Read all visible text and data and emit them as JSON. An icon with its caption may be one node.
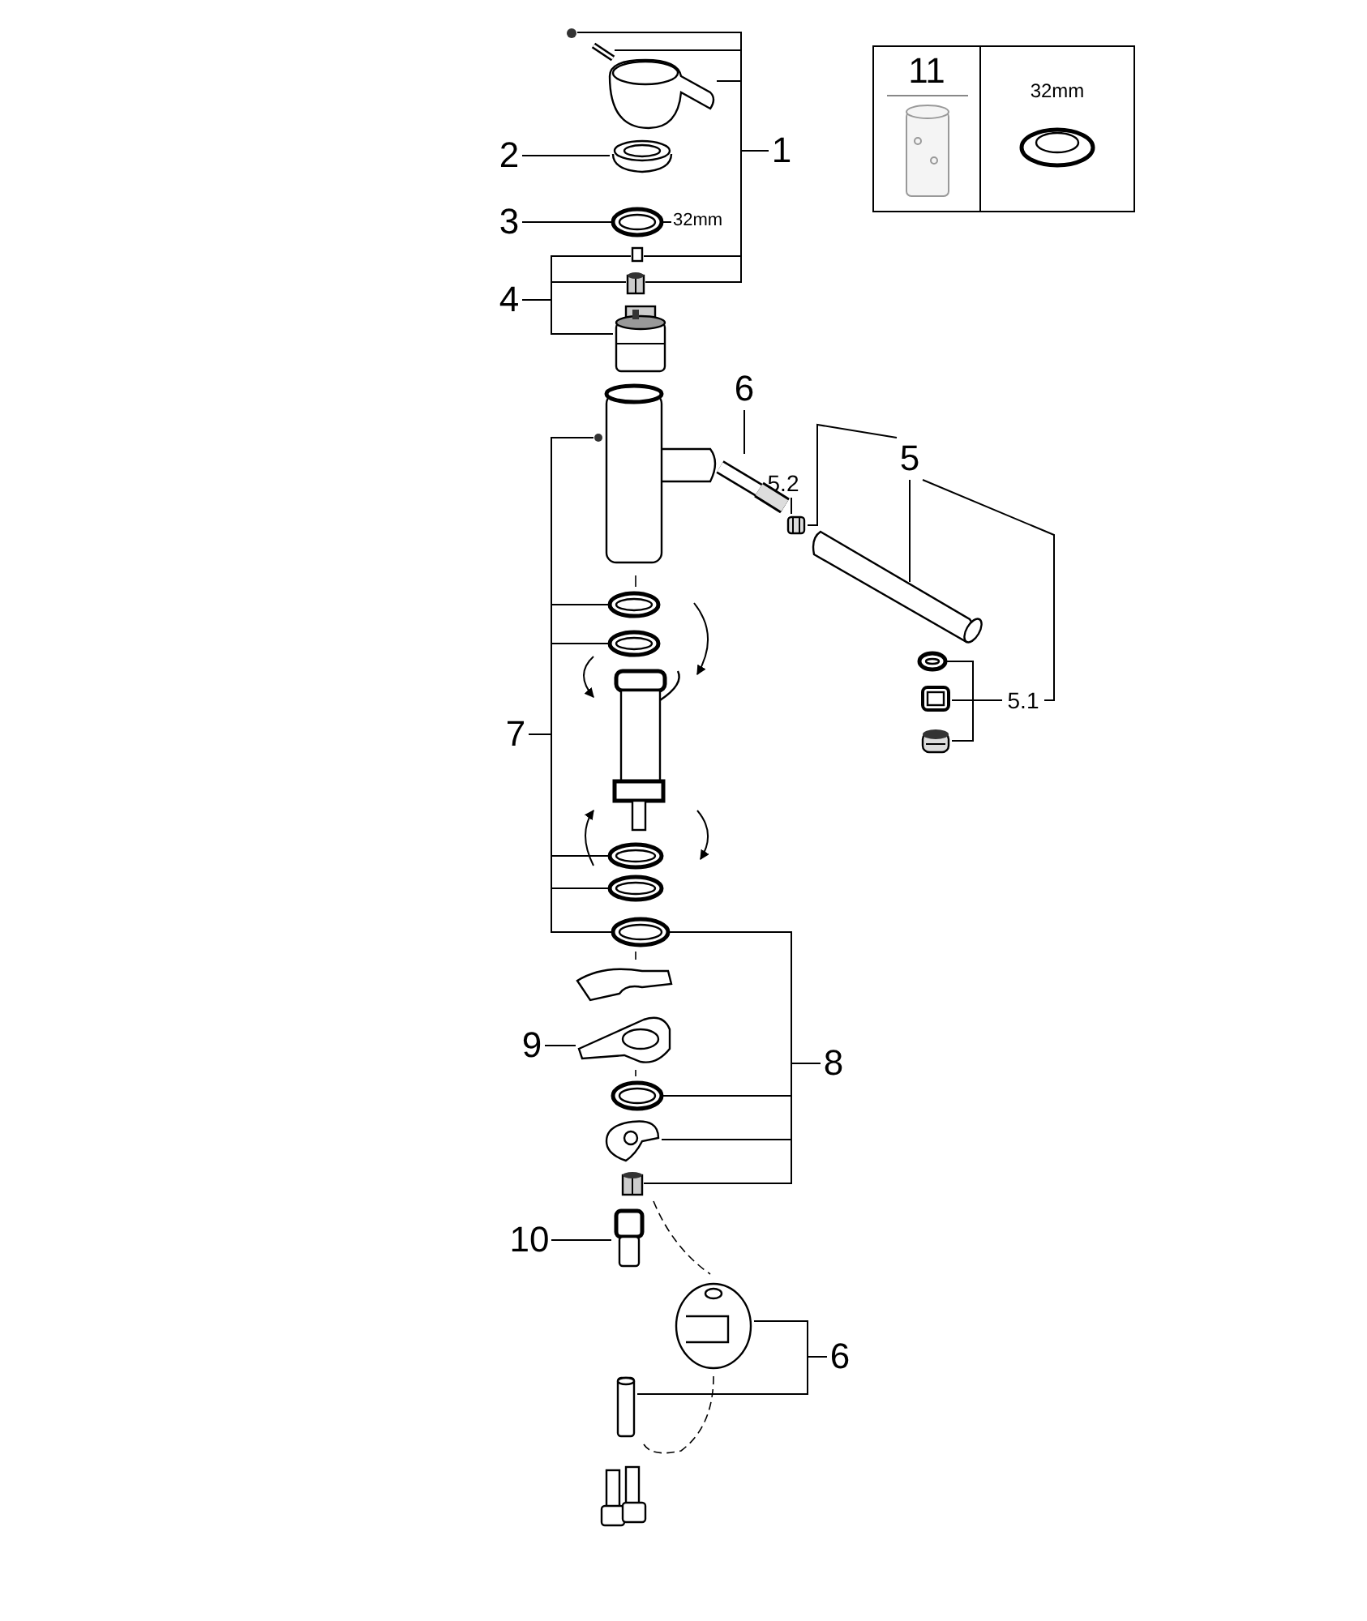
{
  "diagram": {
    "nodes": [
      {
        "text": [
          "1"
        ]
      },
      {
        "text": [
          "2"
        ]
      },
      {
        "text": [
          "3"
        ]
      },
      {
        "text": [
          "4"
        ]
      },
      {
        "text": [
          "6"
        ]
      },
      {
        "text": [
          "5"
        ]
      },
      {
        "text": [
          "5.2"
        ]
      },
      {
        "text": [
          "5.1"
        ]
      },
      {
        "text": [
          "7"
        ]
      },
      {
        "text": [
          "9"
        ]
      },
      {
        "text": [
          "8"
        ]
      },
      {
        "text": [
          "10"
        ]
      },
      {
        "text": [
          "6"
        ]
      },
      {
        "text": [
          "11"
        ]
      },
      {
        "text": [
          "32mm"
        ]
      },
      {
        "text": [],
        "shape": "circle"
      },
      {
        "text": [],
        "shape": "picture"
      },
      {
        "text": [],
        "shape": "picture"
      },
      {
        "text": [],
        "shape": "picture"
      },
      {
        "text": [],
        "shape": "picture"
      },
      {
        "text": [],
        "shape": "box"
      },
      {
        "text": [],
        "shape": "picture"
      },
      {
        "text": [],
        "shape": "picture"
      },
      {
        "text": [],
        "shape": "picture"
      },
      {
        "text": [],
        "shape": "picture"
      },
      {
        "text": [],
        "shape": "picture"
      },
      {
        "text": [],
        "shape": "picture"
      },
      {
        "text": [],
        "shape": "picture"
      },
      {
        "text": [],
        "shape": "picture"
      },
      {
        "text": [],
        "shape": "picture"
      },
      {
        "text": [],
        "shape": "circle"
      },
      {
        "text": [],
        "shape": "picture"
      },
      {
        "text": [],
        "shape": "picture"
      },
      {
        "text": [],
        "shape": "picture"
      },
      {
        "text": [],
        "shape": "picture"
      },
      {
        "text": [],
        "shape": "picture"
      },
      {
        "text": [],
        "shape": "picture"
      },
      {
        "text": [],
        "shape": "picture"
      },
      {
        "text": [],
        "shape": "picture"
      },
      {
        "text": [],
        "shape": "picture"
      },
      {
        "text": [],
        "shape": "picture"
      },
      {
        "text": [],
        "shape": "picture"
      },
      {
        "text": [],
        "shape": "picture"
      },
      {
        "text": [],
        "shape": "picture"
      },
      {
        "text": [],
        "shape": "picture"
      },
      {
        "text": [],
        "shape": "picture"
      }
    ],
    "edges": [
      {
        "from": 0,
        "to": 15,
        "arrow": "none"
      },
      {
        "from": 0,
        "to": 16,
        "arrow": "none"
      },
      {
        "from": 0,
        "to": 17,
        "arrow": "none"
      },
      {
        "from": 0,
        "to": 20,
        "arrow": "none"
      },
      {
        "from": 0,
        "to": 21,
        "arrow": "none"
      },
      {
        "from": 1,
        "to": 18,
        "arrow": "none"
      },
      {
        "from": 2,
        "to": 19,
        "arrow": "none"
      },
      {
        "from": 3,
        "to": 20,
        "arrow": "none"
      },
      {
        "from": 3,
        "to": 21,
        "arrow": "none"
      },
      {
        "from": 3,
        "to": 22,
        "arrow": "none"
      },
      {
        "from": 4,
        "to": 24,
        "arrow": "none"
      },
      {
        "from": 5,
        "to": 25,
        "arrow": "none"
      },
      {
        "from": 5,
        "to": 26,
        "arrow": "none"
      },
      {
        "from": 5,
        "to": 7,
        "arrow": "none"
      },
      {
        "from": 6,
        "to": 25,
        "arrow": "none"
      },
      {
        "from": 7,
        "to": 27,
        "arrow": "none"
      },
      {
        "from": 7,
        "to": 28,
        "arrow": "none"
      },
      {
        "from": 7,
        "to": 29,
        "arrow": "none"
      },
      {
        "from": 8,
        "to": 30,
        "arrow": "none"
      },
      {
        "from": 8,
        "to": 31,
        "arrow": "none"
      },
      {
        "from": 8,
        "to": 32,
        "arrow": "none"
      },
      {
        "from": 8,
        "to": 34,
        "arrow": "none"
      },
      {
        "from": 8,
        "to": 35,
        "arrow": "none"
      },
      {
        "from": 8,
        "to": 36,
        "arrow": "none"
      },
      {
        "from": 9,
        "to": 38,
        "arrow": "none"
      },
      {
        "from": 10,
        "to": 36,
        "arrow": "none"
      },
      {
        "from": 10,
        "to": 39,
        "arrow": "none"
      },
      {
        "from": 10,
        "to": 40,
        "arrow": "none"
      },
      {
        "from": 10,
        "to": 41,
        "arrow": "none"
      },
      {
        "from": 11,
        "to": 42,
        "arrow": "none"
      },
      {
        "from": 12,
        "to": 43,
        "arrow": "none"
      },
      {
        "from": 12,
        "to": 44,
        "arrow": "none"
      }
    ],
    "labels": [
      "32mm"
    ]
  }
}
